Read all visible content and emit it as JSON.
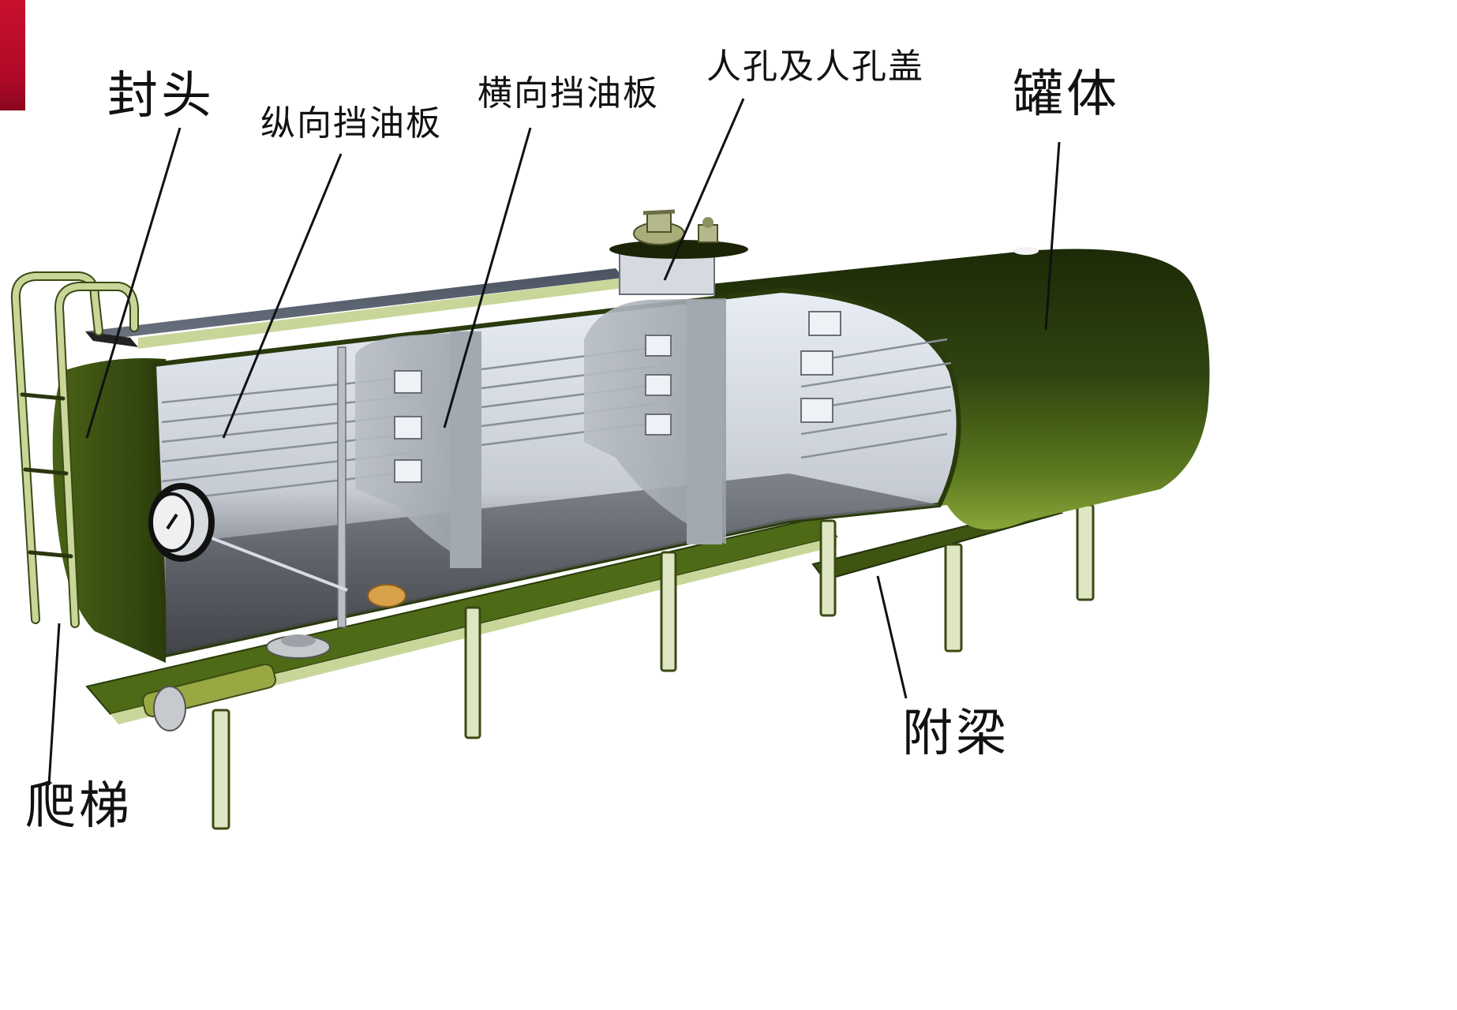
{
  "diagram": {
    "subject": "油罐车罐体结构剖视图",
    "colors": {
      "accent_bar": "#c8102e",
      "tank_shell": "#3f5a12",
      "tank_shell_dark": "#1f2e08",
      "tank_shell_light": "#6f8a2a",
      "frame_light": "#c9d69a",
      "interior_light": "#dfe6ef",
      "interior_mid": "#a9afb8",
      "interior_dark": "#5d6067",
      "leader_line": "#111111"
    },
    "labels": [
      {
        "id": "end-cap",
        "text": "封头"
      },
      {
        "id": "longitudinal-baffle",
        "text": "纵向挡油板"
      },
      {
        "id": "transverse-baffle",
        "text": "横向挡油板"
      },
      {
        "id": "manhole",
        "text": "人孔及人孔盖"
      },
      {
        "id": "tank-body",
        "text": "罐体"
      },
      {
        "id": "auxiliary-beam",
        "text": "附梁"
      },
      {
        "id": "ladder",
        "text": "爬梯"
      }
    ]
  }
}
